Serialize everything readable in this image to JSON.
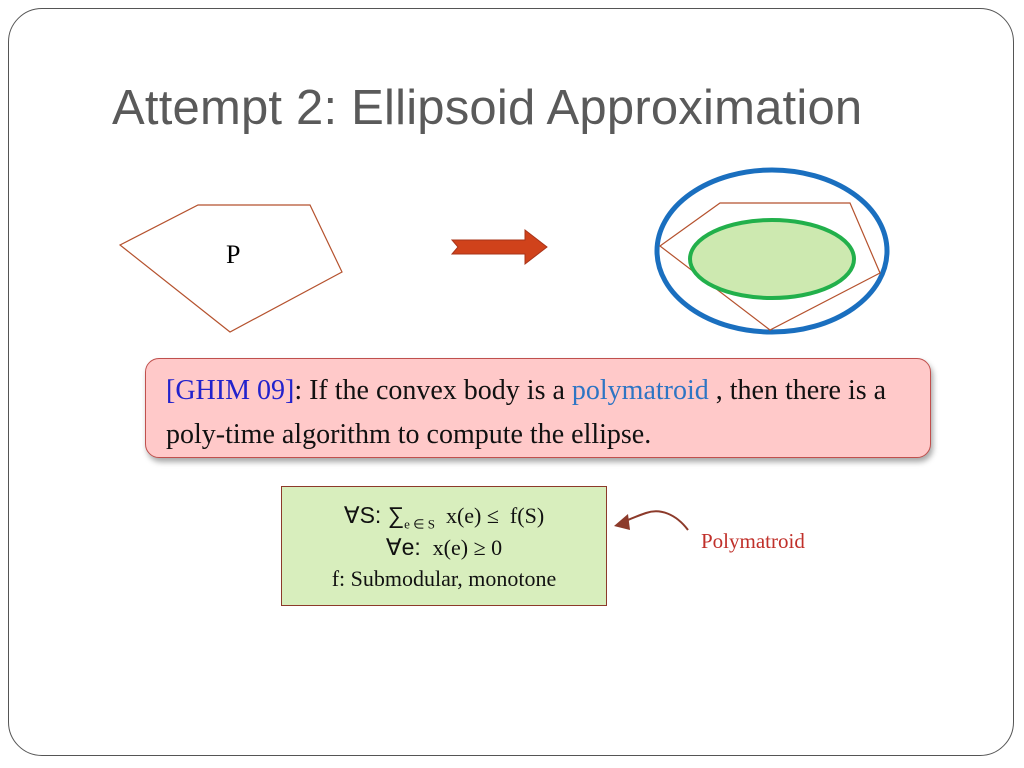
{
  "slide": {
    "title": "Attempt 2: Ellipsoid Approximation"
  },
  "figure": {
    "polytope_label": "P"
  },
  "callout": {
    "citation": "[GHIM  09]",
    "text_before": ": If the convex body is a ",
    "keyword": "polymatroid",
    "text_after": " , then there is a poly-time algorithm to compute the ellipse."
  },
  "constraints": {
    "line1_quantifier": "∀S: ",
    "line1_sum": "∑",
    "line1_sub": "e ∈ S",
    "line1_rest": "  x(e) ≤  f(S)",
    "line2_quantifier": "∀e: ",
    "line2_rest": " x(e) ≥ 0",
    "line3": "f: Submodular, monotone"
  },
  "annotation": {
    "label": "Polymatroid"
  },
  "colors": {
    "title": "#5a5a5a",
    "polygon_stroke": "#b5522e",
    "arrow_fill": "#d0421b",
    "outer_ellipse": "#1a6fbf",
    "inner_ellipse_stroke": "#22b04b",
    "inner_ellipse_fill": "#cde9b0",
    "callout_bg": "#ffc9c9",
    "citation": "#2222cc",
    "keyword": "#2e75c4",
    "constraints_bg": "#d8eebd",
    "annotation": "#c0302a"
  }
}
